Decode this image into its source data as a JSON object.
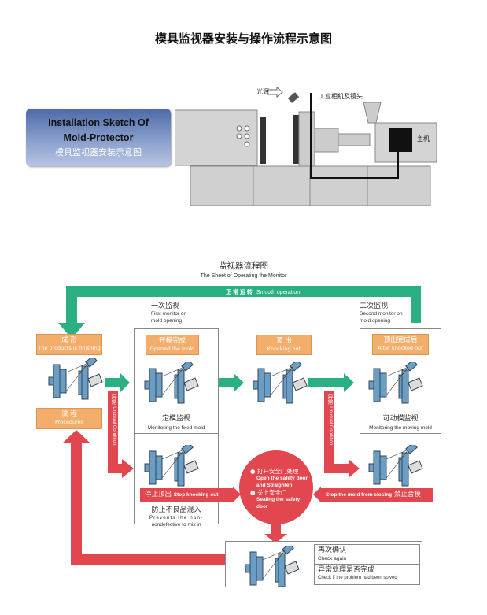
{
  "title": "模具监视器安装与操作流程示意图",
  "install": {
    "en_line1": "Installation Sketch Of",
    "en_line2": "Mold-Protector",
    "cn": "模具监视器安装示意图"
  },
  "machine": {
    "light_source": "光源",
    "camera": "工业相机及镜头",
    "host": "主机"
  },
  "flow": {
    "title_cn": "监视器流程图",
    "title_en": "The Sheet of Operating the Monitor",
    "smooth_cn": "正 常 运 转",
    "smooth_en": "Smooth operation",
    "first_cn": "一次监视",
    "first_en1": "First monitor on",
    "first_en2": "mold opening",
    "second_cn": "二次监视",
    "second_en1": "Second monitor on",
    "second_en2": "mold opening",
    "forming_cn": "成  形",
    "forming_en": "The products is finishing",
    "procedures_cn": "流  程",
    "procedures_en": "Procedures",
    "opened_cn": "开模完成",
    "opened_en": "Opened the mold",
    "knocking_cn": "顶  出",
    "knocking_en": "Knocking out",
    "after_cn": "顶出完成后",
    "after_en": "After knocked out",
    "fixed_cn": "定模监视",
    "fixed_en": "Monitoring the fixed mold",
    "moving_cn": "可动模监视",
    "moving_en": "Monitoring the moving mold",
    "unusual_cn": "异常",
    "unusual_en": "Unusual Condition",
    "stop_knock_cn": "停止顶出",
    "stop_knock_en": "Stop knocking out",
    "stop_close_en": "Stop the mold from closing",
    "stop_close_cn": "禁止合模",
    "prevent_cn": "防止不良品混入",
    "prevent_en1": "Prevents the non-",
    "prevent_en2": "nondefective to mix in",
    "open_door_cn": "打开安全门处理",
    "open_door_en1": "Open the safety door",
    "open_door_en2": "and Straighten",
    "close_door_cn": "关上安全门",
    "close_door_en1": "Sealing the safety",
    "close_door_en2": "door",
    "check_cn": "再次确认",
    "check_en": "Check again",
    "solved_cn": "异常处理是否完成",
    "solved_en": "Check if the problem had been solved"
  },
  "colors": {
    "green": "#2bb084",
    "red": "#e2474f",
    "orange": "#f4ae6b",
    "blue": "#6b9ec4"
  }
}
